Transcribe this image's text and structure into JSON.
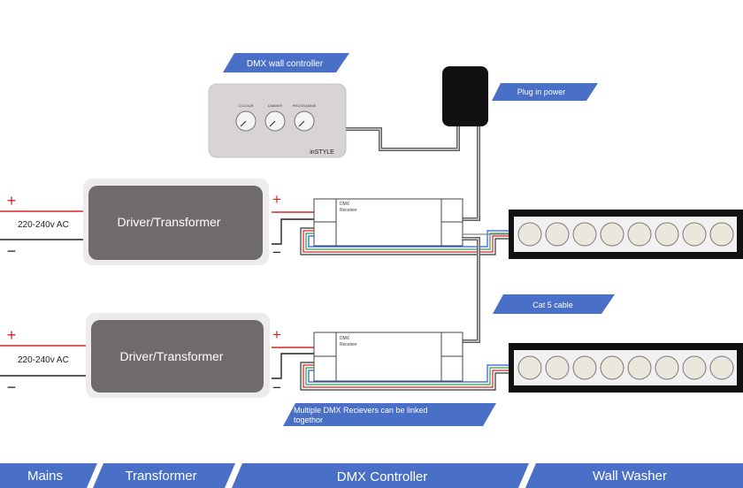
{
  "labels": {
    "wall_controller": "DMX wall controller",
    "plug_in_power": "Plug in power",
    "cat5": "Cat 5 cable",
    "multiple_line1": "Multiple DMX Recievers can be linked",
    "multiple_line2": "togethor"
  },
  "controller": {
    "knobs": [
      "COLOUR",
      "DIMMER",
      "PROGRAMME"
    ],
    "brand": "inSTYLE"
  },
  "units": [
    {
      "voltage": "220-240v AC",
      "plus": "+",
      "minus": "−",
      "driver_label": "Driver/Transformer",
      "out_plus": "+",
      "out_minus": "−",
      "receiver_line1": "DMX",
      "receiver_line2": "Receiver",
      "led_count": 8
    },
    {
      "voltage": "220-240v AC",
      "plus": "+",
      "minus": "−",
      "driver_label": "Driver/Transformer",
      "out_plus": "+",
      "out_minus": "−",
      "receiver_line1": "DMX",
      "receiver_line2": "Receiver",
      "led_count": 8
    }
  ],
  "bottom_bar": [
    "Mains",
    "Transformer",
    "DMX Controller",
    "Wall Washer"
  ],
  "colors": {
    "label_blue": "#4a6fc7",
    "driver_gray": "#6f6b6c",
    "mains_red": "#d9222a",
    "wire_gray": "#5d5d5d"
  }
}
